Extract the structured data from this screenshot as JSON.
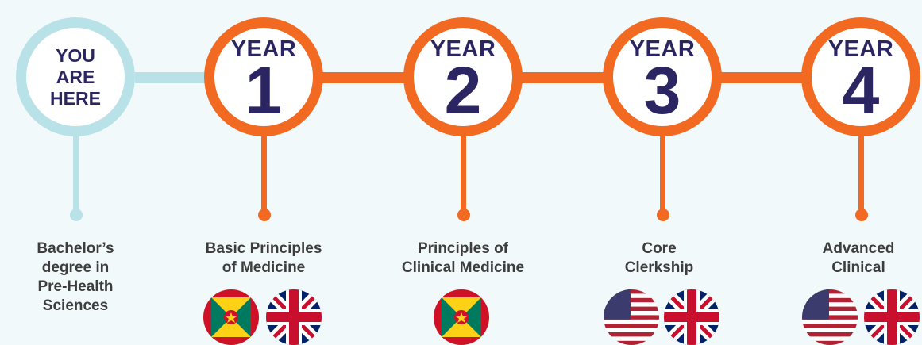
{
  "colors": {
    "accent": "#f26a22",
    "current": "#b8e2e7",
    "navy": "#2b2661",
    "text": "#3d3d3d"
  },
  "current": {
    "lines": [
      "YOU",
      "ARE",
      "HERE"
    ]
  },
  "steps": [
    {
      "word": "YEAR",
      "number": "1",
      "lines": [
        "Basic Principles",
        "of Medicine"
      ],
      "flags": [
        "grenada-flag-icon",
        "uk-flag-icon"
      ]
    },
    {
      "word": "YEAR",
      "number": "2",
      "lines": [
        "Principles of",
        "Clinical Medicine"
      ],
      "flags": [
        "grenada-flag-icon"
      ]
    },
    {
      "word": "YEAR",
      "number": "3",
      "lines": [
        "Core",
        "Clerkship"
      ],
      "flags": [
        "us-flag-icon",
        "uk-flag-icon"
      ]
    },
    {
      "word": "YEAR",
      "number": "4",
      "lines": [
        "Advanced",
        "Clinical"
      ],
      "flags": [
        "us-flag-icon",
        "uk-flag-icon"
      ]
    }
  ],
  "start_label": {
    "lines": [
      "Bachelor’s",
      "degree in",
      "Pre-Health",
      "Sciences"
    ]
  }
}
